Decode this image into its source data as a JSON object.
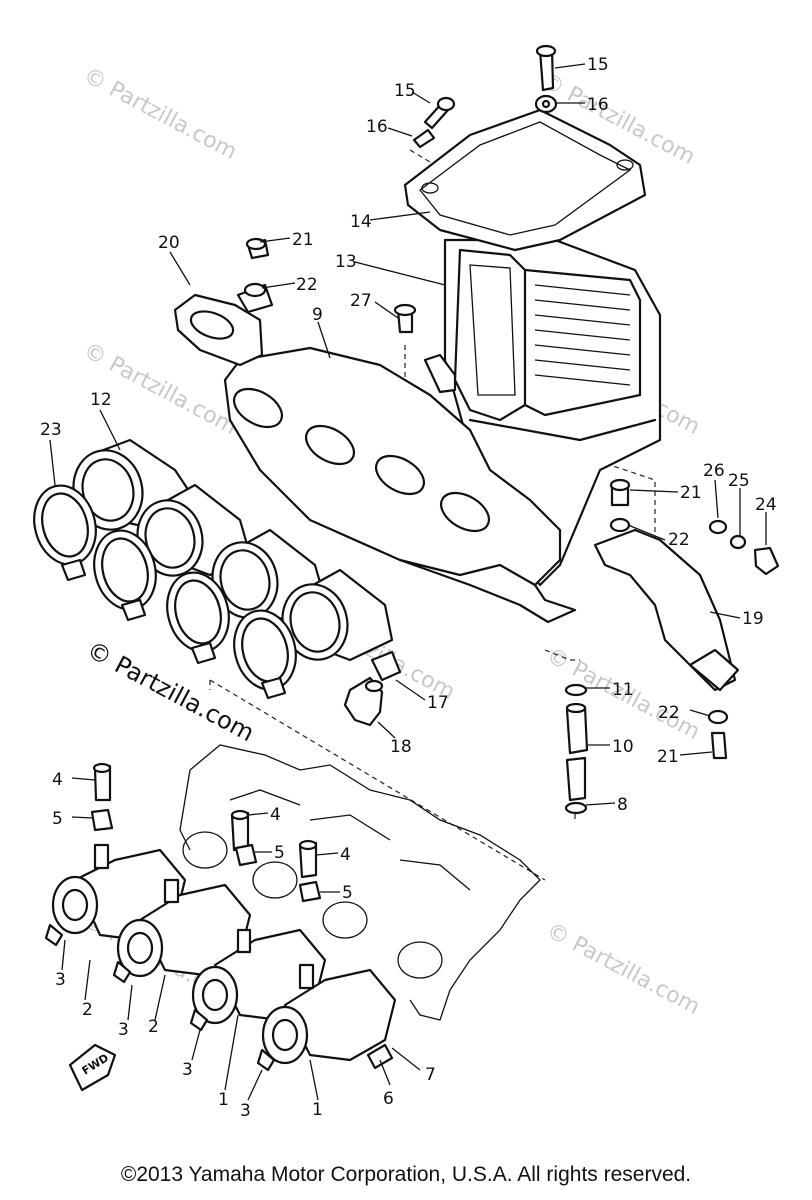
{
  "watermarks": {
    "main": "© Partzilla.com",
    "faint": [
      "© Partzilla.com",
      "© Partzilla.com",
      "© Partzilla.com",
      "© Partzilla.com",
      "© Partzilla.com",
      "© Partzilla.com",
      "© Partzilla.com",
      "© Partzilla.com"
    ]
  },
  "callouts": {
    "n1a": "1",
    "n1b": "1",
    "n2a": "2",
    "n2b": "2",
    "n3a": "3",
    "n3b": "3",
    "n3c": "3",
    "n3d": "3",
    "n4a": "4",
    "n4b": "4",
    "n4c": "4",
    "n5a": "5",
    "n5b": "5",
    "n5c": "5",
    "n6": "6",
    "n7": "7",
    "n8": "8",
    "n9": "9",
    "n10": "10",
    "n11": "11",
    "n12": "12",
    "n13": "13",
    "n14": "14",
    "n15a": "15",
    "n15b": "15",
    "n16a": "16",
    "n16b": "16",
    "n17": "17",
    "n18": "18",
    "n19": "19",
    "n20": "20",
    "n21a": "21",
    "n21b": "21",
    "n21c": "21",
    "n22a": "22",
    "n22b": "22",
    "n22c": "22",
    "n23": "23",
    "n24": "24",
    "n25": "25",
    "n26": "26",
    "n27": "27"
  },
  "fwd_label": "FWD",
  "copyright": "©2013 Yamaha Motor Corporation, U.S.A. All rights reserved."
}
